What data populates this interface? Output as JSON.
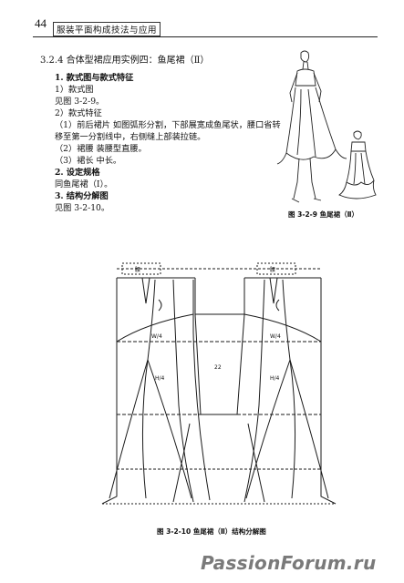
{
  "header": {
    "page_number": "44",
    "running_title": "服装平面构成技法与应用"
  },
  "content": {
    "section": "3.2.4  合体型裙应用实例四：鱼尾裙（Ⅱ）",
    "h1": "1. 款式图与款式特征",
    "s1": "1）款式图",
    "s1_ref": "见图 3-2-9。",
    "s2": "2）款式特征",
    "p1": "（1）前后裙片  如图弧形分割，下部展宽成鱼尾状，腰口省转移至第一分割线中，右侧缝上部装拉链。",
    "p2": "（2）裙腰  装腰型直腰。",
    "p3": "（3）裙长  中长。",
    "h2": "2. 设定规格",
    "h2_text": "同鱼尾裙（Ⅰ）。",
    "h3": "3. 结构分解图",
    "h3_text": "见图 3-2-10。"
  },
  "figures": {
    "small_caption": "图 3-2-9  鱼尾裙（Ⅱ）",
    "main_caption": "图 3-2-10  鱼尾裙（Ⅱ）结构分解图",
    "label_wy": "腰",
    "label_w4": "W/4",
    "label_h4": "H/4",
    "label_dim": "22"
  },
  "watermark": "PassionForum.ru"
}
